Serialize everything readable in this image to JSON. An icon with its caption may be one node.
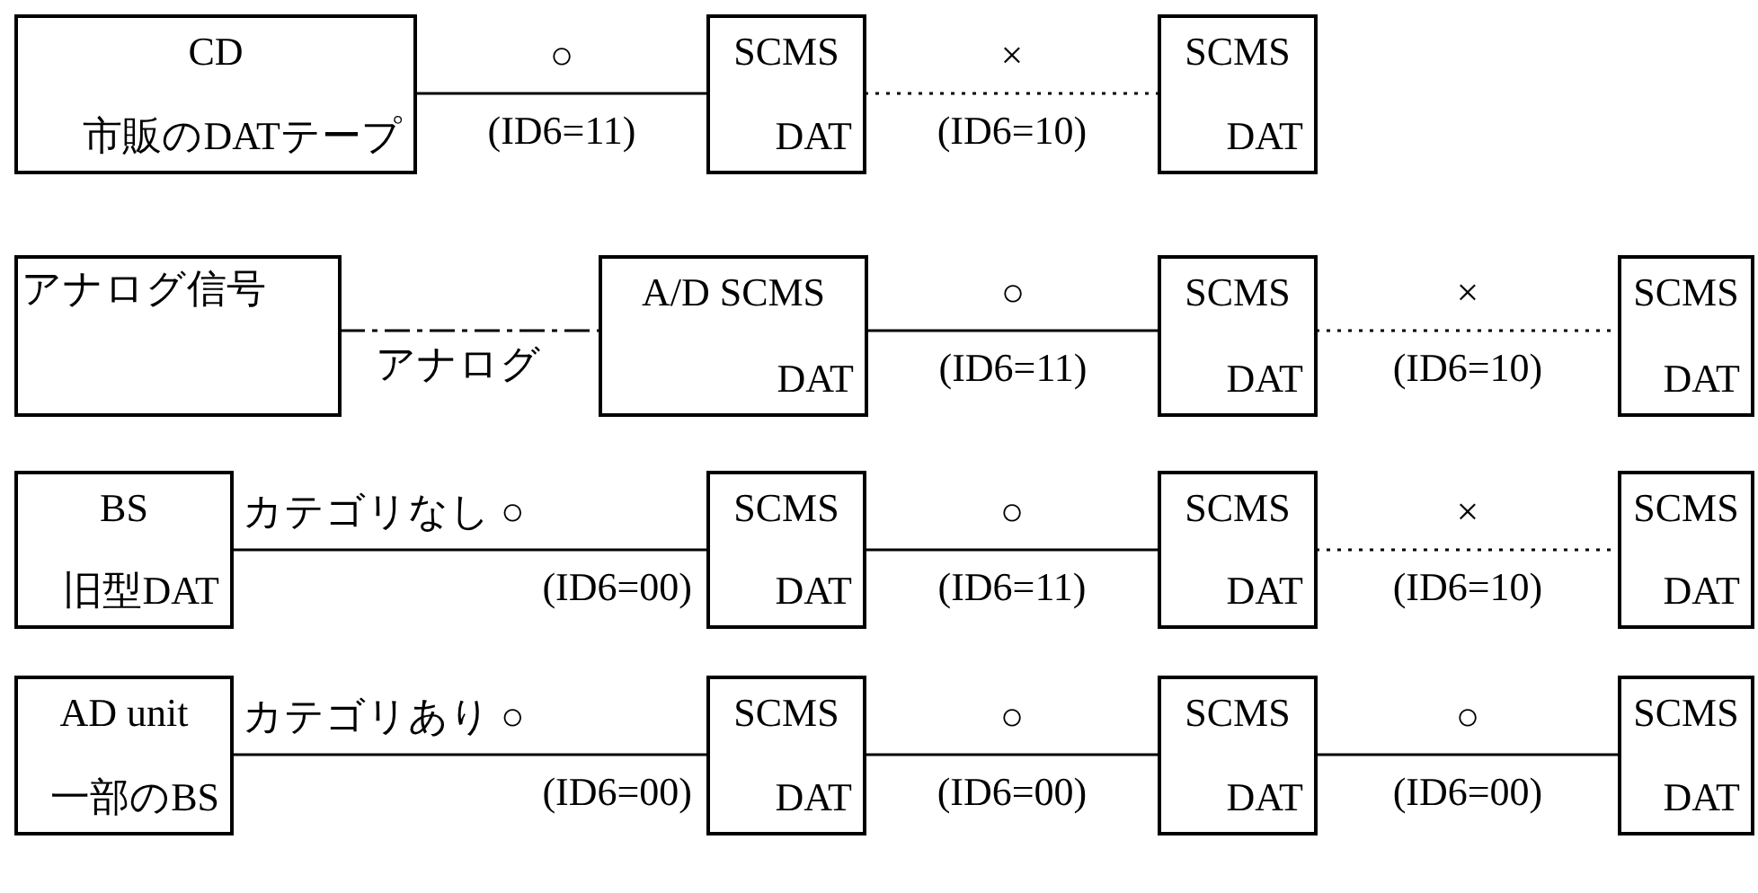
{
  "diagram": {
    "nodes": [
      {
        "text": [
          "CD",
          "市販のDATテープ"
        ]
      },
      {
        "text": [
          "SCMS",
          "DAT"
        ]
      },
      {
        "text": [
          "SCMS",
          "DAT"
        ]
      },
      {
        "text": [
          "アナログ信号"
        ]
      },
      {
        "text": [
          "A/D SCMS",
          "DAT"
        ]
      },
      {
        "text": [
          "SCMS",
          "DAT"
        ]
      },
      {
        "text": [
          "SCMS",
          "DAT"
        ]
      },
      {
        "text": [
          "BS",
          "旧型DAT"
        ]
      },
      {
        "text": [
          "SCMS",
          "DAT"
        ]
      },
      {
        "text": [
          "SCMS",
          "DAT"
        ]
      },
      {
        "text": [
          "SCMS",
          "DAT"
        ]
      },
      {
        "text": [
          "AD unit",
          "一部のBS"
        ]
      },
      {
        "text": [
          "SCMS",
          "DAT"
        ]
      },
      {
        "text": [
          "SCMS",
          "DAT"
        ]
      },
      {
        "text": [
          "SCMS",
          "DAT"
        ]
      }
    ],
    "edges": [
      {
        "from": 0,
        "to": 1,
        "arrow": "none",
        "label": "○"
      },
      {
        "from": 1,
        "to": 2,
        "arrow": "none",
        "label": "×",
        "style": "dashed"
      },
      {
        "from": 3,
        "to": 4,
        "arrow": "none",
        "label": "アナログ",
        "style": "dashed"
      },
      {
        "from": 4,
        "to": 5,
        "arrow": "none",
        "label": "○"
      },
      {
        "from": 5,
        "to": 6,
        "arrow": "none",
        "label": "×",
        "style": "dashed"
      },
      {
        "from": 7,
        "to": 8,
        "arrow": "none",
        "label": "カテゴリなし ○"
      },
      {
        "from": 8,
        "to": 9,
        "arrow": "none",
        "label": "○"
      },
      {
        "from": 9,
        "to": 10,
        "arrow": "none",
        "label": "×",
        "style": "dashed"
      },
      {
        "from": 11,
        "to": 12,
        "arrow": "none",
        "label": "カテゴリあり ○"
      },
      {
        "from": 12,
        "to": 13,
        "arrow": "none",
        "label": "○"
      },
      {
        "from": 13,
        "to": 14,
        "arrow": "none",
        "label": "○"
      }
    ],
    "labels": [
      "(ID6=11)",
      "(ID6=10)",
      "(ID6=11)",
      "(ID6=10)",
      "(ID6=00)",
      "(ID6=11)",
      "(ID6=10)",
      "(ID6=00)",
      "(ID6=00)",
      "(ID6=00)"
    ]
  }
}
